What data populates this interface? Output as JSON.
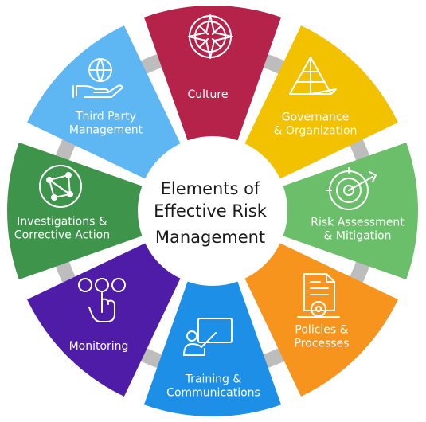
{
  "center": {
    "lines": [
      "Elements of",
      "Effective Risk",
      "Management"
    ]
  },
  "segments": [
    {
      "id": "culture",
      "color": "#B5234A",
      "lines": [
        "Culture"
      ],
      "icon": "compass-icon"
    },
    {
      "id": "governance",
      "color": "#F2C100",
      "lines": [
        "Governance",
        "& Organization"
      ],
      "icon": "pyramid-icon"
    },
    {
      "id": "risk-assessment",
      "color": "#6BBE6A",
      "lines": [
        "Risk Assessment",
        "& Mitigation"
      ],
      "icon": "target-icon"
    },
    {
      "id": "policies",
      "color": "#F7941D",
      "lines": [
        "Policies &",
        "Processes"
      ],
      "icon": "document-gear-icon"
    },
    {
      "id": "training",
      "color": "#1E8FE6",
      "lines": [
        "Training &",
        "Communications"
      ],
      "icon": "presentation-icon"
    },
    {
      "id": "monitoring",
      "color": "#4F1CA8",
      "lines": [
        "Monitoring"
      ],
      "icon": "touch-icon"
    },
    {
      "id": "investigations",
      "color": "#3E944A",
      "lines": [
        "Investigations &",
        "Corrective Action"
      ],
      "icon": "network-icon"
    },
    {
      "id": "third-party",
      "color": "#5EB7F2",
      "lines": [
        "Third Party",
        "Management"
      ],
      "icon": "globe-hand-icon"
    }
  ]
}
